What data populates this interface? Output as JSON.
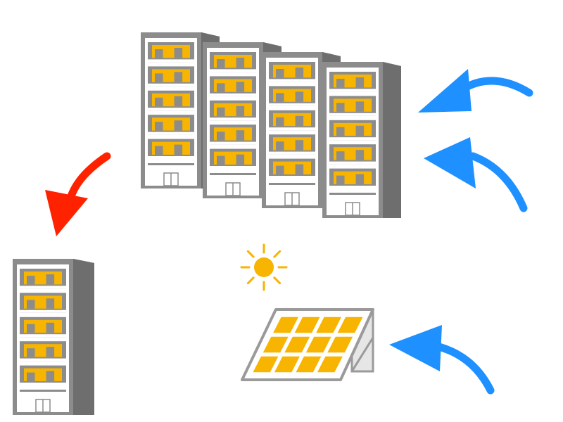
{
  "diagram": {
    "elements": {
      "apartment_block_count": 4,
      "single_apartment_count": 1,
      "solar_panel_cell_grid": {
        "rows": 3,
        "cols": 4
      },
      "sun_icon": "sun-icon",
      "incoming_arrow_count": 3,
      "outgoing_arrow_count": 1
    },
    "colors": {
      "building_wall": "#8c8c8c",
      "building_shadow": "#6e6e6e",
      "building_frame": "#ffffff",
      "window": "#f7b400",
      "window_dark": "#8c8c8c",
      "solar_cell": "#f7b400",
      "solar_frame": "#9a9a9a",
      "sun": "#f7b400",
      "incoming_arrow": "#1e90ff",
      "outgoing_arrow": "#ff2200"
    }
  }
}
